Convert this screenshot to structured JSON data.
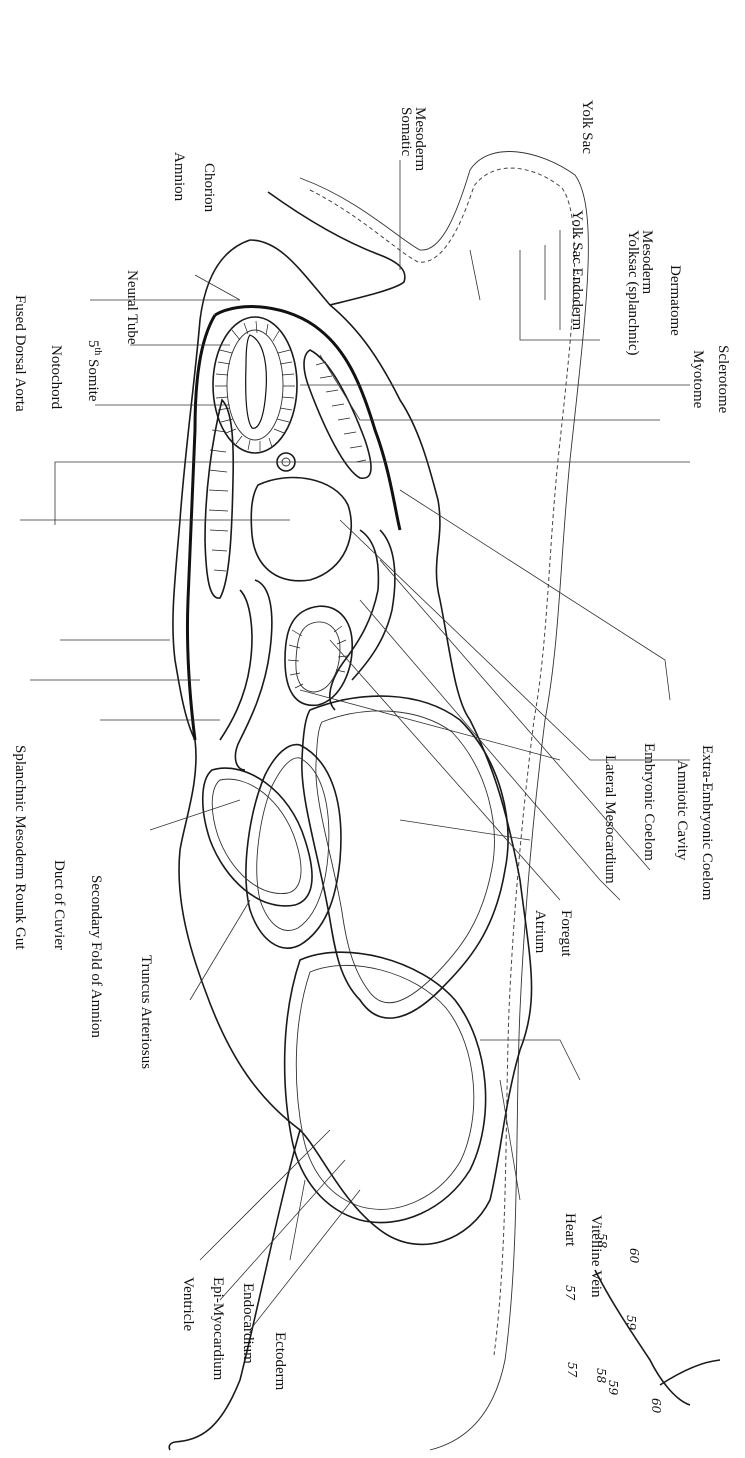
{
  "labels": {
    "yolk_sac": "Yolk Sac",
    "yolk_sac_endoderm": "Yolk Sac Endoderm",
    "yolksac_splanchnic": "Yolksac (splanchnic)",
    "yolksac_mesoderm": "Mesoderm",
    "somatic": "Somatic",
    "somatic_mesoderm": "Mesoderm",
    "amnion": "Amnion",
    "chorion": "Chorion",
    "dermatome": "Dermatome",
    "myotome": "Myotome",
    "sclerotome": "Sclerotome",
    "fused_dorsal_aorta": "Fused Dorsal Aorta",
    "notochord": "Notochord",
    "fifth_somite_num": "5",
    "fifth_somite_sup": "th",
    "fifth_somite_rest": " Somite",
    "neural_tube": "Neural Tube",
    "splanchnic_mesoderm_rounk_gut": "Splanchnic Mesoderm Rounk Gut",
    "duct_of_cuvier": "Duct of Cuvier",
    "secondary_fold_of_amnion": "Secondary Fold of Amnion",
    "truncus_arteriosus": "Truncus Arteriosus",
    "atrium": "Atrium",
    "foregut": "Foregut",
    "lateral_mesocardium": "Lateral Mesocardium",
    "embryonic_coelom": "Embryonic Coelom",
    "amniotic_cavity": "Amniotic Cavity",
    "extra_embryonic_coelom": "Extra-Embryonic Coelom",
    "heart": "Heart",
    "vitelline_vein": "Vitelline Vein",
    "ventricle": "Ventricle",
    "epi_myocardium": "Epi-Myocardium",
    "endocardium": "Endocardium",
    "ectoderm": "Ectoderm"
  },
  "annotations": {
    "n57a": "57",
    "n57b": "57",
    "n58a": "58",
    "n58b": "58",
    "n59a": "59",
    "n59b": "59",
    "n60a": "60",
    "n60b": "60"
  }
}
